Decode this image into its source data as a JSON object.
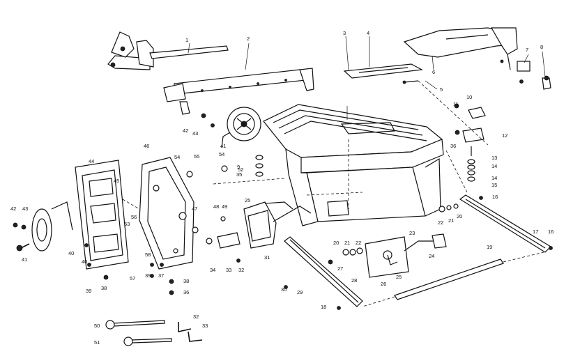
{
  "diagram": {
    "callouts": [
      {
        "id": "c1",
        "text": "1"
      },
      {
        "id": "c2",
        "text": "2"
      },
      {
        "id": "c3",
        "text": "3"
      },
      {
        "id": "c4",
        "text": "4"
      },
      {
        "id": "c5",
        "text": "5"
      },
      {
        "id": "c6",
        "text": "6"
      },
      {
        "id": "c7",
        "text": "7"
      },
      {
        "id": "c8",
        "text": "8"
      },
      {
        "id": "c9",
        "text": "9"
      },
      {
        "id": "c10",
        "text": "10"
      },
      {
        "id": "c11",
        "text": "11"
      },
      {
        "id": "c12",
        "text": "12"
      },
      {
        "id": "c13",
        "text": "13"
      },
      {
        "id": "c14a",
        "text": "14"
      },
      {
        "id": "c14b",
        "text": "14"
      },
      {
        "id": "c15",
        "text": "15"
      },
      {
        "id": "c16a",
        "text": "16"
      },
      {
        "id": "c16b",
        "text": "16"
      },
      {
        "id": "c17",
        "text": "17"
      },
      {
        "id": "c18",
        "text": "18"
      },
      {
        "id": "c19",
        "text": "19"
      },
      {
        "id": "c20a",
        "text": "20"
      },
      {
        "id": "c20b",
        "text": "20"
      },
      {
        "id": "c21a",
        "text": "21"
      },
      {
        "id": "c21b",
        "text": "21"
      },
      {
        "id": "c22a",
        "text": "22"
      },
      {
        "id": "c22b",
        "text": "22"
      },
      {
        "id": "c23",
        "text": "23"
      },
      {
        "id": "c24",
        "text": "24"
      },
      {
        "id": "c25a",
        "text": "25"
      },
      {
        "id": "c25b",
        "text": "25"
      },
      {
        "id": "c26",
        "text": "26"
      },
      {
        "id": "c27",
        "text": "27"
      },
      {
        "id": "c28",
        "text": "28"
      },
      {
        "id": "c29",
        "text": "29"
      },
      {
        "id": "c30",
        "text": "30"
      },
      {
        "id": "c31",
        "text": "31"
      },
      {
        "id": "c32a",
        "text": "32"
      },
      {
        "id": "c32b",
        "text": "32"
      },
      {
        "id": "c33a",
        "text": "33"
      },
      {
        "id": "c33b",
        "text": "33"
      },
      {
        "id": "c34",
        "text": "34"
      },
      {
        "id": "c35",
        "text": "35"
      },
      {
        "id": "c36a",
        "text": "36"
      },
      {
        "id": "c36b",
        "text": "36"
      },
      {
        "id": "c37",
        "text": "37"
      },
      {
        "id": "c38a",
        "text": "38"
      },
      {
        "id": "c38b",
        "text": "38"
      },
      {
        "id": "c39a",
        "text": "39"
      },
      {
        "id": "c39b",
        "text": "39"
      },
      {
        "id": "c40a",
        "text": "40"
      },
      {
        "id": "c40b",
        "text": "40"
      },
      {
        "id": "c41a",
        "text": "41"
      },
      {
        "id": "c41b",
        "text": "41"
      },
      {
        "id": "c42a",
        "text": "42"
      },
      {
        "id": "c42b",
        "text": "42"
      },
      {
        "id": "c43a",
        "text": "43"
      },
      {
        "id": "c43b",
        "text": "43"
      },
      {
        "id": "c44",
        "text": "44"
      },
      {
        "id": "c45",
        "text": "45"
      },
      {
        "id": "c46",
        "text": "46"
      },
      {
        "id": "c47",
        "text": "47"
      },
      {
        "id": "c48",
        "text": "48"
      },
      {
        "id": "c49",
        "text": "49"
      },
      {
        "id": "c50",
        "text": "50"
      },
      {
        "id": "c51",
        "text": "51"
      },
      {
        "id": "c52",
        "text": "52"
      },
      {
        "id": "c53",
        "text": "53"
      },
      {
        "id": "c54a",
        "text": "54"
      },
      {
        "id": "c54b",
        "text": "54"
      },
      {
        "id": "c55",
        "text": "55"
      },
      {
        "id": "c56",
        "text": "56"
      },
      {
        "id": "c57",
        "text": "57"
      },
      {
        "id": "c58",
        "text": "58"
      }
    ]
  }
}
